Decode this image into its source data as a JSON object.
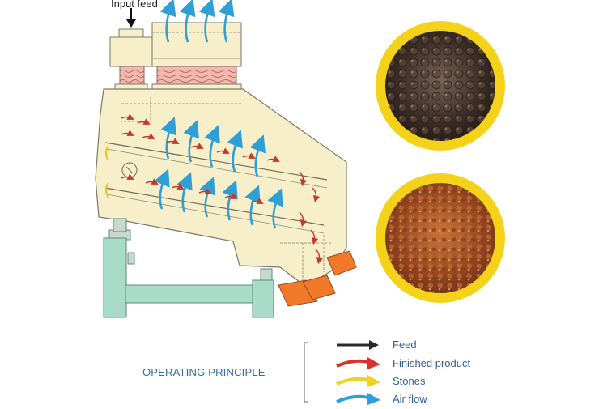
{
  "diagram": {
    "input_label": "Input feed",
    "title": "OPERATING PRINCIPLE"
  },
  "legend": [
    {
      "label": "Feed",
      "color": "#2a2a2a"
    },
    {
      "label": "Finished product",
      "color": "#d8322c"
    },
    {
      "label": "Stones",
      "color": "#f0d21e"
    },
    {
      "label": "Air flow",
      "color": "#2f9fd6"
    }
  ],
  "colors": {
    "machine_body": "#f6efc9",
    "machine_outline": "#7a7a6a",
    "frame": "#a8dcc8",
    "chute": "#f07a2a",
    "bellows": "#f2b8b0",
    "sample_ring": "#f5d21a",
    "sample_top": "#4a3a32",
    "sample_bottom": "#a8542a"
  }
}
